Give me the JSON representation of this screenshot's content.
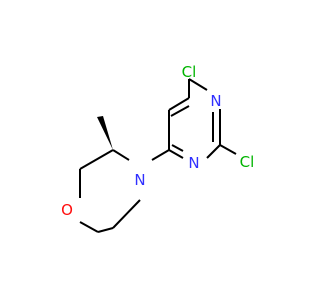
{
  "molecule": {
    "atoms": {
      "cl_top": "Cl",
      "cl_right": "Cl",
      "n_ring_upper": "N",
      "n_ring_lower": "N",
      "n_morpholine": "N",
      "o_morpholine": "O"
    }
  },
  "colors": {
    "bond": "#000000",
    "chlorine": "#00b400",
    "nitrogen": "#3030ff",
    "oxygen": "#ff0d0d"
  }
}
